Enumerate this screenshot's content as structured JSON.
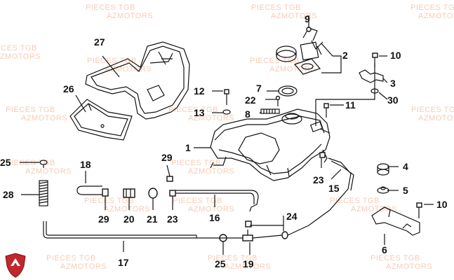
{
  "watermark": {
    "line1": "PIECES TGB",
    "line2": "AZMOTORS",
    "color": "#f2a07a"
  },
  "logo": {
    "name": "azmotors-shield-logo",
    "color": "#c0282d"
  },
  "callouts": [
    {
      "id": "c1",
      "label": "1"
    },
    {
      "id": "c2",
      "label": "2"
    },
    {
      "id": "c3",
      "label": "3"
    },
    {
      "id": "c4",
      "label": "4"
    },
    {
      "id": "c5",
      "label": "5"
    },
    {
      "id": "c6",
      "label": "6"
    },
    {
      "id": "c7",
      "label": "7"
    },
    {
      "id": "c8",
      "label": "8"
    },
    {
      "id": "c9",
      "label": "9"
    },
    {
      "id": "c10a",
      "label": "10"
    },
    {
      "id": "c10b",
      "label": "10"
    },
    {
      "id": "c11",
      "label": "11"
    },
    {
      "id": "c12",
      "label": "12"
    },
    {
      "id": "c13",
      "label": "13"
    },
    {
      "id": "c15",
      "label": "15"
    },
    {
      "id": "c16",
      "label": "16"
    },
    {
      "id": "c17",
      "label": "17"
    },
    {
      "id": "c18",
      "label": "18"
    },
    {
      "id": "c19",
      "label": "19"
    },
    {
      "id": "c20",
      "label": "20"
    },
    {
      "id": "c21",
      "label": "21"
    },
    {
      "id": "c22",
      "label": "22"
    },
    {
      "id": "c23a",
      "label": "23"
    },
    {
      "id": "c23b",
      "label": "23"
    },
    {
      "id": "c24",
      "label": "24"
    },
    {
      "id": "c25a",
      "label": "25"
    },
    {
      "id": "c25b",
      "label": "25"
    },
    {
      "id": "c26",
      "label": "26"
    },
    {
      "id": "c27",
      "label": "27"
    },
    {
      "id": "c28",
      "label": "28"
    },
    {
      "id": "c29a",
      "label": "29"
    },
    {
      "id": "c29b",
      "label": "29"
    },
    {
      "id": "c30",
      "label": "30"
    }
  ]
}
